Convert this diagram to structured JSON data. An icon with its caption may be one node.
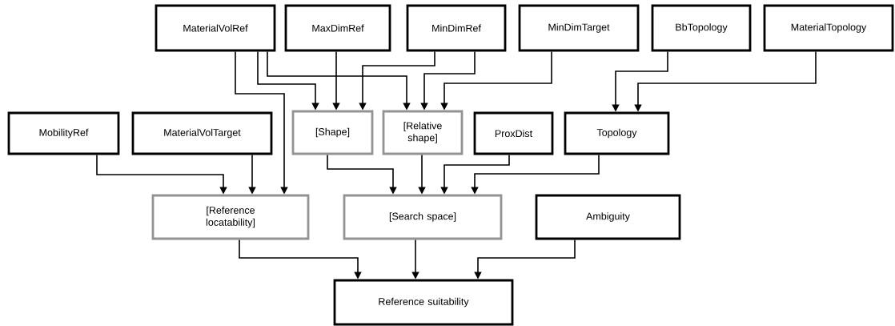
{
  "diagram": {
    "nodes": [
      {
        "text": [
          "MaterialVolRef"
        ]
      },
      {
        "text": [
          "MaxDimRef"
        ]
      },
      {
        "text": [
          "MinDimRef"
        ]
      },
      {
        "text": [
          "MinDimTarget"
        ]
      },
      {
        "text": [
          "BbTopology"
        ]
      },
      {
        "text": [
          "MaterialTopology"
        ]
      },
      {
        "text": [
          "MobilityRef"
        ]
      },
      {
        "text": [
          "MaterialVolTarget"
        ]
      },
      {
        "text": [
          "[Shape]"
        ]
      },
      {
        "text": [
          "[Relative shape]"
        ]
      },
      {
        "text": [
          "ProxDist"
        ]
      },
      {
        "text": [
          "Topology"
        ]
      },
      {
        "text": [
          "[Reference locatability]"
        ]
      },
      {
        "text": [
          "[Search space]"
        ]
      },
      {
        "text": [
          "Ambiguity"
        ]
      },
      {
        "text": [
          "Reference suitability"
        ]
      }
    ],
    "edges": [
      {
        "from": 0,
        "to": 12,
        "arrow": "to"
      },
      {
        "from": 0,
        "to": 8,
        "arrow": "to"
      },
      {
        "from": 0,
        "to": 9,
        "arrow": "to"
      },
      {
        "from": 1,
        "to": 8,
        "arrow": "to"
      },
      {
        "from": 2,
        "to": 8,
        "arrow": "to"
      },
      {
        "from": 2,
        "to": 9,
        "arrow": "to"
      },
      {
        "from": 3,
        "to": 9,
        "arrow": "to"
      },
      {
        "from": 4,
        "to": 11,
        "arrow": "to"
      },
      {
        "from": 5,
        "to": 11,
        "arrow": "to"
      },
      {
        "from": 6,
        "to": 12,
        "arrow": "to"
      },
      {
        "from": 7,
        "to": 12,
        "arrow": "to"
      },
      {
        "from": 8,
        "to": 13,
        "arrow": "to"
      },
      {
        "from": 9,
        "to": 13,
        "arrow": "to"
      },
      {
        "from": 10,
        "to": 13,
        "arrow": "to"
      },
      {
        "from": 11,
        "to": 13,
        "arrow": "to"
      },
      {
        "from": 12,
        "to": 15,
        "arrow": "to"
      },
      {
        "from": 13,
        "to": 15,
        "arrow": "to"
      },
      {
        "from": 14,
        "to": 15,
        "arrow": "to"
      }
    ]
  }
}
